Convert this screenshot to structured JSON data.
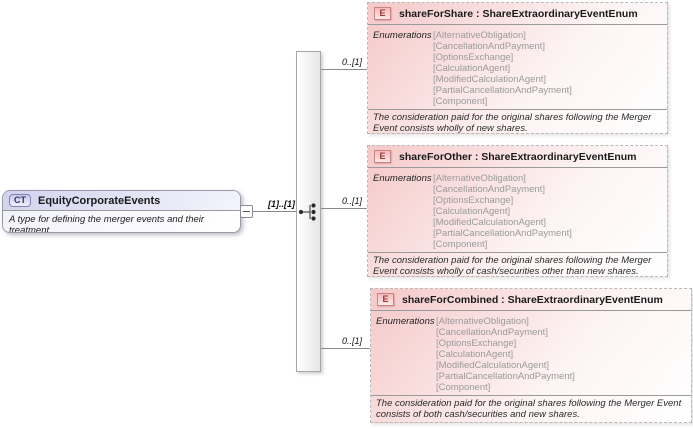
{
  "diagram": {
    "root": {
      "badge": "CT",
      "title": "EquityCorporateEvents",
      "annotation": "A type for defining the merger events and their treatment.",
      "cardinality": "[1]..[1]"
    },
    "sequence_icon": "sequence-compositor-icon",
    "collapse_icon": "minus-icon",
    "elements": [
      {
        "badge": "E",
        "title": "shareForShare : ShareExtraordinaryEventEnum",
        "cardinality": "0..[1]",
        "enumerations_label": "Enumerations",
        "enumerations": [
          "[AlternativeObligation]",
          "[CancellationAndPayment]",
          "[OptionsExchange]",
          "[CalculationAgent]",
          "[ModifiedCalculationAgent]",
          "[PartialCancellationAndPayment]",
          "[Component]"
        ],
        "annotation": "The consideration paid for the original shares following the Merger Event consists wholly of new shares."
      },
      {
        "badge": "E",
        "title": "shareForOther : ShareExtraordinaryEventEnum",
        "cardinality": "0..[1]",
        "enumerations_label": "Enumerations",
        "enumerations": [
          "[AlternativeObligation]",
          "[CancellationAndPayment]",
          "[OptionsExchange]",
          "[CalculationAgent]",
          "[ModifiedCalculationAgent]",
          "[PartialCancellationAndPayment]",
          "[Component]"
        ],
        "annotation": "The consideration paid for the original shares following the Merger Event consists wholly of cash/securities other than new shares."
      },
      {
        "badge": "E",
        "title": "shareForCombined : ShareExtraordinaryEventEnum",
        "cardinality": "0..[1]",
        "enumerations_label": "Enumerations",
        "enumerations": [
          "[AlternativeObligation]",
          "[CancellationAndPayment]",
          "[OptionsExchange]",
          "[CalculationAgent]",
          "[ModifiedCalculationAgent]",
          "[PartialCancellationAndPayment]",
          "[Component]"
        ],
        "annotation": "The consideration paid for the original shares following the Merger Event consists of both cash/securities and new shares."
      }
    ],
    "colors": {
      "root_header": "#d2d2ee",
      "element_fill": "#f5c8c8",
      "element_badge_border": "#c98383",
      "badge_text": "#993333",
      "enum_value_text": "#9a9a9a",
      "dashed_border": "#b9b9b9",
      "connector_line": "#8a8a8a"
    }
  }
}
